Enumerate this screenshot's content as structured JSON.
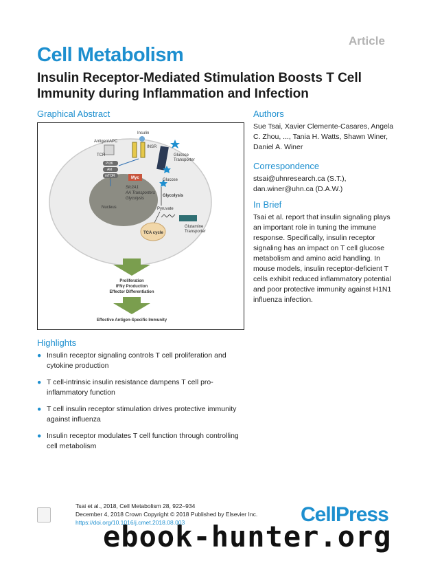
{
  "header": {
    "article_tag": "Article",
    "journal": "Cell Metabolism",
    "title": "Insulin Receptor-Mediated Stimulation Boosts T Cell Immunity during Inflammation and Infection"
  },
  "graphical_abstract": {
    "heading": "Graphical Abstract",
    "labels": {
      "antigen_apc": "Antigen/APC",
      "tcr": "TCR",
      "insulin": "Insulin",
      "insr": "INSR",
      "pi3k": "PI3K",
      "akt": "Akt",
      "mtor": "mTOR",
      "myc": "Myc",
      "nucleus": "Nucleus",
      "slc2a1": "Slc2A1",
      "aa_transporters": "AA Transporters",
      "glycolysis_gene": "Glycolysis",
      "glucose_transporter_1": "Glucose",
      "glucose_transporter_2": "Transporter",
      "glucose": "Glucose",
      "glycolysis": "Glycolysis",
      "pyruvate": "Pyruvate",
      "tca": "TCA cycle",
      "glutamine_1": "Glutamine",
      "glutamine_2": "Transporter",
      "out_1": "Proliferation",
      "out_2": "IFNγ Production",
      "out_3": "Effector Differentiation",
      "final": "Effective Antigen-Specific Immunity"
    }
  },
  "authors": {
    "heading": "Authors",
    "text": "Sue Tsai, Xavier Clemente-Casares, Angela C. Zhou, ..., Tania H. Watts, Shawn Winer, Daniel A. Winer"
  },
  "correspondence": {
    "heading": "Correspondence",
    "line1": "stsai@uhnresearch.ca (S.T.),",
    "line2": "dan.winer@uhn.ca (D.A.W.)"
  },
  "in_brief": {
    "heading": "In Brief",
    "text": "Tsai et al. report that insulin signaling plays an important role in tuning the immune response. Specifically, insulin receptor signaling has an impact on T cell glucose metabolism and amino acid handling. In mouse models, insulin receptor-deficient T cells exhibit reduced inflammatory potential and poor protective immunity against H1N1 influenza infection."
  },
  "highlights": {
    "heading": "Highlights",
    "items": [
      "Insulin receptor signaling controls T cell proliferation and cytokine production",
      "T cell-intrinsic insulin resistance dampens T cell pro-inflammatory function",
      "T cell insulin receptor stimulation drives protective immunity against influenza",
      "Insulin receptor modulates T cell function through controlling cell metabolism"
    ]
  },
  "footer": {
    "citation": "Tsai et al., 2018, Cell Metabolism 28, 922–934",
    "date_line": "December 4, 2018 Crown Copyright © 2018 Published by Elsevier Inc.",
    "doi": "https://doi.org/10.1016/j.cmet.2018.08.003",
    "publisher": "CellPress",
    "watermark": "ebook-hunter.org"
  },
  "colors": {
    "accent": "#1d8fcf",
    "arrow_green": "#7a9e4e"
  }
}
